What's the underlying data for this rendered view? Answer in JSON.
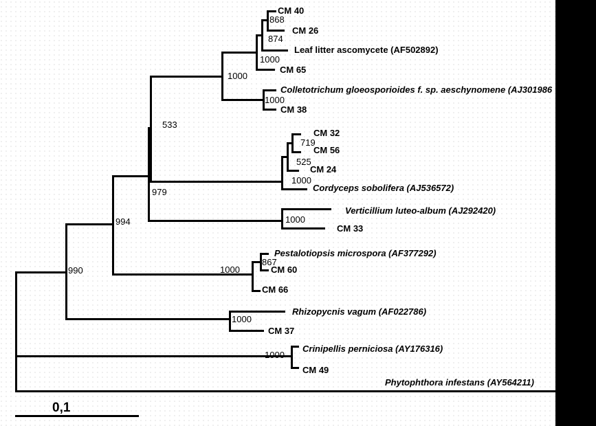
{
  "figure": {
    "type": "phylogenetic-tree",
    "scale_bar": {
      "label": "0,1",
      "value": 0.1
    }
  },
  "taxa": [
    {
      "id": "cm40",
      "label": "CM 40",
      "italic": false
    },
    {
      "id": "cm26",
      "label": "CM 26",
      "italic": false
    },
    {
      "id": "leaf",
      "label": "Leaf litter ascomycete (AF502892)",
      "italic": false
    },
    {
      "id": "cm65",
      "label": "CM 65",
      "italic": false
    },
    {
      "id": "collet",
      "label": "Colletotrichum gloeosporioides f. sp. aeschynomene (AJ301986",
      "italic": true,
      "clipped": true
    },
    {
      "id": "cm38",
      "label": "CM 38",
      "italic": false
    },
    {
      "id": "cm32",
      "label": "CM 32",
      "italic": false
    },
    {
      "id": "cm56",
      "label": "CM 56",
      "italic": false
    },
    {
      "id": "cm24",
      "label": "CM 24",
      "italic": false
    },
    {
      "id": "cordy",
      "label": "Cordyceps sobolifera (AJ536572)",
      "italic": true
    },
    {
      "id": "verti",
      "label": "Verticillium luteo-album (AJ292420)",
      "italic": true
    },
    {
      "id": "cm33",
      "label": "CM 33",
      "italic": false
    },
    {
      "id": "pesta",
      "label": "Pestalotiopsis microspora (AF377292)",
      "italic": true
    },
    {
      "id": "cm60",
      "label": "CM 60",
      "italic": false
    },
    {
      "id": "cm66",
      "label": "CM 66",
      "italic": false
    },
    {
      "id": "rhizo",
      "label": "Rhizopycnis vagum (AF022786)",
      "italic": true
    },
    {
      "id": "cm37",
      "label": "CM 37",
      "italic": false
    },
    {
      "id": "crini",
      "label": "Crinipellis perniciosa (AY176316)",
      "italic": true
    },
    {
      "id": "cm49",
      "label": "CM 49",
      "italic": false
    },
    {
      "id": "phyto",
      "label": "Phytophthora infestans (AY564211)",
      "italic": true
    }
  ],
  "bootstraps": [
    {
      "id": "b868",
      "value": "868"
    },
    {
      "id": "b874",
      "value": "874"
    },
    {
      "id": "b1000a",
      "value": "1000"
    },
    {
      "id": "b1000b",
      "value": "1000"
    },
    {
      "id": "b1000c",
      "value": "1000"
    },
    {
      "id": "b533",
      "value": "533"
    },
    {
      "id": "b719",
      "value": "719"
    },
    {
      "id": "b525",
      "value": "525"
    },
    {
      "id": "b1000d",
      "value": "1000"
    },
    {
      "id": "b979",
      "value": "979"
    },
    {
      "id": "b1000e",
      "value": "1000"
    },
    {
      "id": "b994",
      "value": "994"
    },
    {
      "id": "b867",
      "value": "867"
    },
    {
      "id": "b1000f",
      "value": "1000"
    },
    {
      "id": "b990",
      "value": "990"
    },
    {
      "id": "b1000g",
      "value": "1000"
    },
    {
      "id": "b1000h",
      "value": "1000"
    }
  ]
}
